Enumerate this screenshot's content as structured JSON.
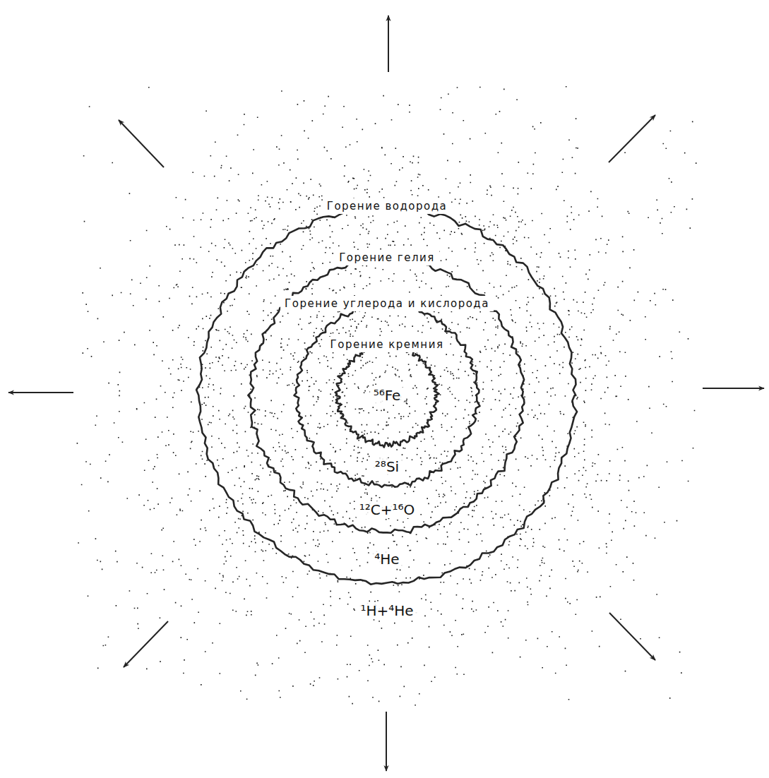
{
  "diagram": {
    "nodes": [
      {
        "text": [
          "¹H+⁴He"
        ]
      },
      {
        "text": [
          "Горение водорода",
          "⁴He"
        ],
        "in": 0
      },
      {
        "text": [
          "Горение гелия",
          "¹²C+¹⁶O"
        ],
        "in": 1
      },
      {
        "text": [
          "Горение углерода и кислорода",
          "²⁸Si"
        ],
        "in": 2
      },
      {
        "text": [
          "Горение кремния",
          "⁵⁶Fe"
        ],
        "in": 3
      }
    ]
  }
}
